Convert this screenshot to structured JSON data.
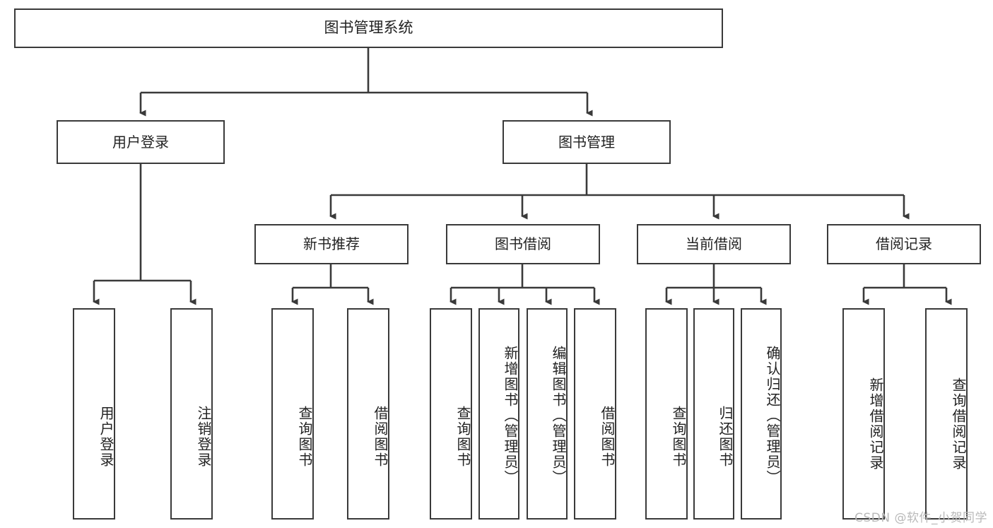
{
  "diagram": {
    "type": "tree-hierarchy",
    "title": "图书管理系统",
    "root": {
      "label": "图书管理系统"
    },
    "level2": [
      {
        "id": "user-login",
        "label": "用户登录"
      },
      {
        "id": "book-management",
        "label": "图书管理"
      }
    ],
    "level3": [
      {
        "id": "new-book-recommend",
        "label": "新书推荐",
        "parent": "book-management"
      },
      {
        "id": "book-borrow",
        "label": "图书借阅",
        "parent": "book-management"
      },
      {
        "id": "current-borrow",
        "label": "当前借阅",
        "parent": "book-management"
      },
      {
        "id": "borrow-record",
        "label": "借阅记录",
        "parent": "book-management"
      }
    ],
    "leaves": {
      "user-login": [
        {
          "id": "leaf-user-login",
          "label": "用户登录"
        },
        {
          "id": "leaf-logout",
          "label": "注销登录"
        }
      ],
      "new-book-recommend": [
        {
          "id": "leaf-query-book-1",
          "label": "查询图书"
        },
        {
          "id": "leaf-borrow-book-1",
          "label": "借阅图书"
        }
      ],
      "book-borrow": [
        {
          "id": "leaf-query-book-2",
          "label": "查询图书"
        },
        {
          "id": "leaf-add-book",
          "label": "新增图书（管理员）"
        },
        {
          "id": "leaf-edit-book",
          "label": "编辑图书（管理员）"
        },
        {
          "id": "leaf-borrow-book-2",
          "label": "借阅图书"
        }
      ],
      "current-borrow": [
        {
          "id": "leaf-query-book-3",
          "label": "查询图书"
        },
        {
          "id": "leaf-return-book",
          "label": "归还图书"
        },
        {
          "id": "leaf-confirm-return",
          "label": "确认归还（管理员）"
        }
      ],
      "borrow-record": [
        {
          "id": "leaf-add-record",
          "label": "新增借阅记录"
        },
        {
          "id": "leaf-query-record",
          "label": "查询借阅记录"
        }
      ]
    }
  },
  "watermark": {
    "text": "CSDN @软件_小贺同学"
  },
  "colors": {
    "border": "#3a3a3a",
    "text": "#222222",
    "background": "#ffffff",
    "watermark": "#b9b9b9"
  }
}
